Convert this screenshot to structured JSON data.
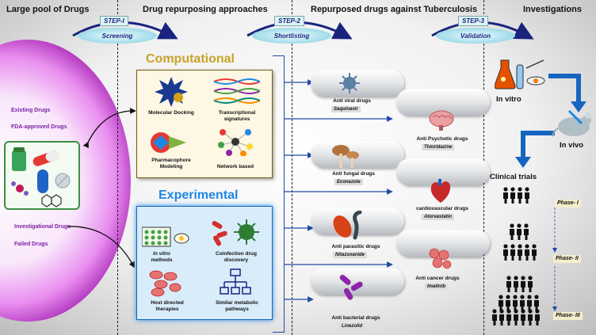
{
  "headers": {
    "col1": "Large pool of Drugs",
    "col2": "Drug repurposing approaches",
    "col3": "Repurposed drugs against Tuberculosis",
    "col4": "Investigations"
  },
  "steps": [
    {
      "tag": "STEP-I",
      "label": "Screening"
    },
    {
      "tag": "STEP-2",
      "label": "Shortlisting"
    },
    {
      "tag": "STEP-3",
      "label": "Validation"
    }
  ],
  "pool_labels": [
    "Existing Drugs",
    "FDA-approved Drugs",
    "Investigational Drugs",
    "Failed Drugs"
  ],
  "computational": {
    "title": "Computational",
    "items": [
      "Molecular Docking",
      "Transcriptional signatures",
      "Pharmacophore Modeling",
      "Network based"
    ]
  },
  "experimental": {
    "title": "Experimental",
    "items": [
      "In vitro",
      "methods",
      "Coinfection drug discovery",
      "Host directed therapies",
      "Similar metabolic pathways"
    ]
  },
  "drugs": [
    {
      "class": "Anti viral drugs",
      "name": "Saquinavir"
    },
    {
      "class": "Anti Psychotic drugs",
      "name": "Thioridazine"
    },
    {
      "class": "Anti fungal drugs",
      "name": "Econazole"
    },
    {
      "class": "cardiovascular drugs",
      "name": "Atorvastatin"
    },
    {
      "class": "Anti parasitic drugs",
      "name": "Nitazoxanide"
    },
    {
      "class": "Anti cancer drugs",
      "name": "Imatinib"
    },
    {
      "class": "Anti bacterial drugs",
      "name": "Linezolid"
    }
  ],
  "investigations": {
    "in_vitro": "In vitro",
    "in_vivo": "In vivo",
    "clinical": "Clinical trials",
    "phases": [
      "Phase- I",
      "Phase- II",
      "Phase- III"
    ]
  }
}
